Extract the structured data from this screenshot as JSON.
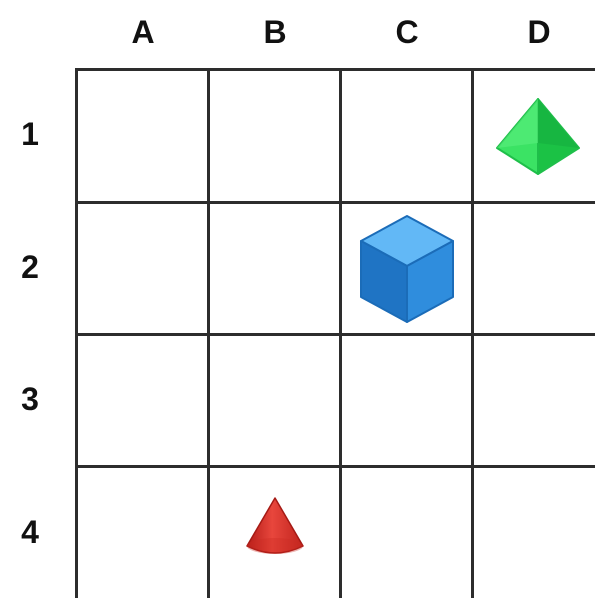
{
  "grid": {
    "columns": [
      "A",
      "B",
      "C",
      "D"
    ],
    "rows": [
      "1",
      "2",
      "3",
      "4"
    ],
    "line_color": "#2d2d2d"
  },
  "objects": [
    {
      "shape": "pyramid",
      "color": "#22cc44",
      "column": "D",
      "row": "1"
    },
    {
      "shape": "cube",
      "color": "#2f8ddd",
      "column": "C",
      "row": "2"
    },
    {
      "shape": "cone",
      "color": "#d8302a",
      "column": "B",
      "row": "4"
    }
  ]
}
